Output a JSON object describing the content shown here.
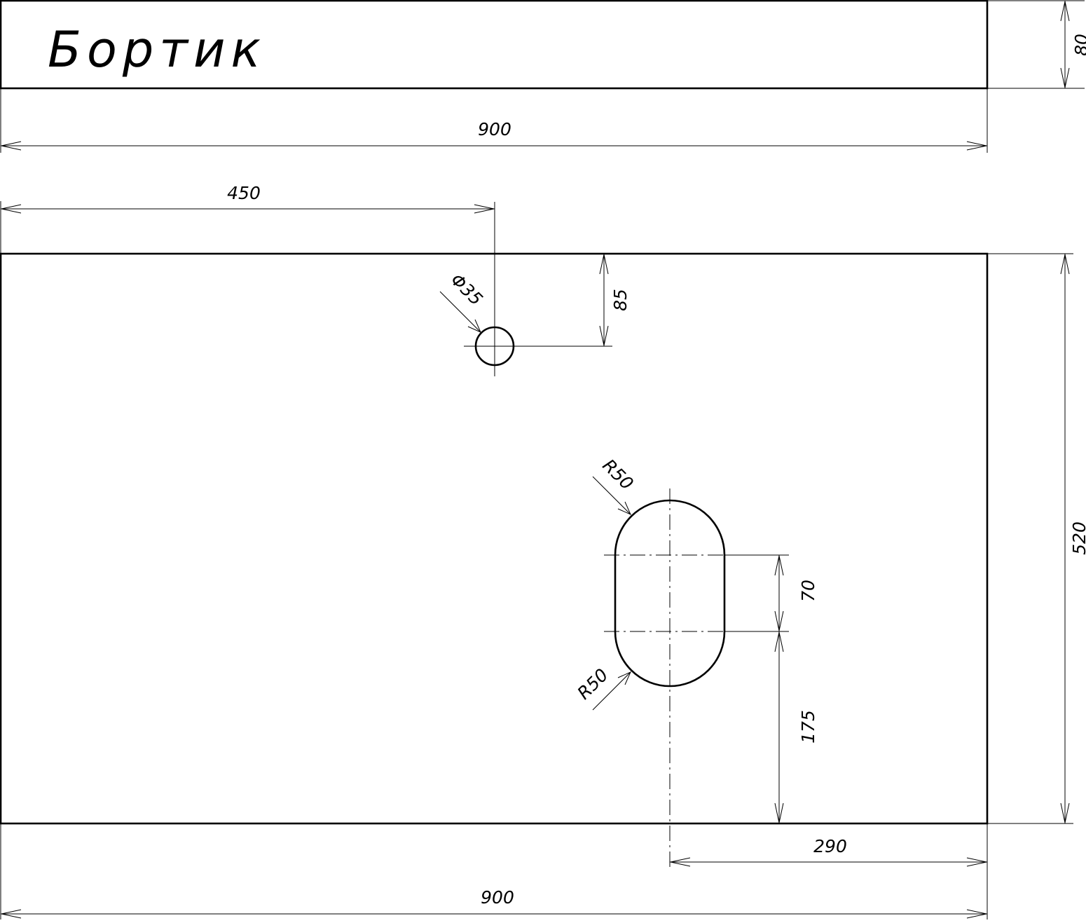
{
  "title": "Бортик",
  "dimensions": {
    "bortik_width": "900",
    "bortik_height": "80",
    "hole_offset": "450",
    "hole_diameter": "Φ35",
    "hole_from_top": "85",
    "top_height": "520",
    "slot_radius_top": "R50",
    "slot_radius_bottom": "R50",
    "slot_length": "70",
    "slot_from_bottom": "175",
    "slot_from_right": "290",
    "top_width": "900"
  }
}
